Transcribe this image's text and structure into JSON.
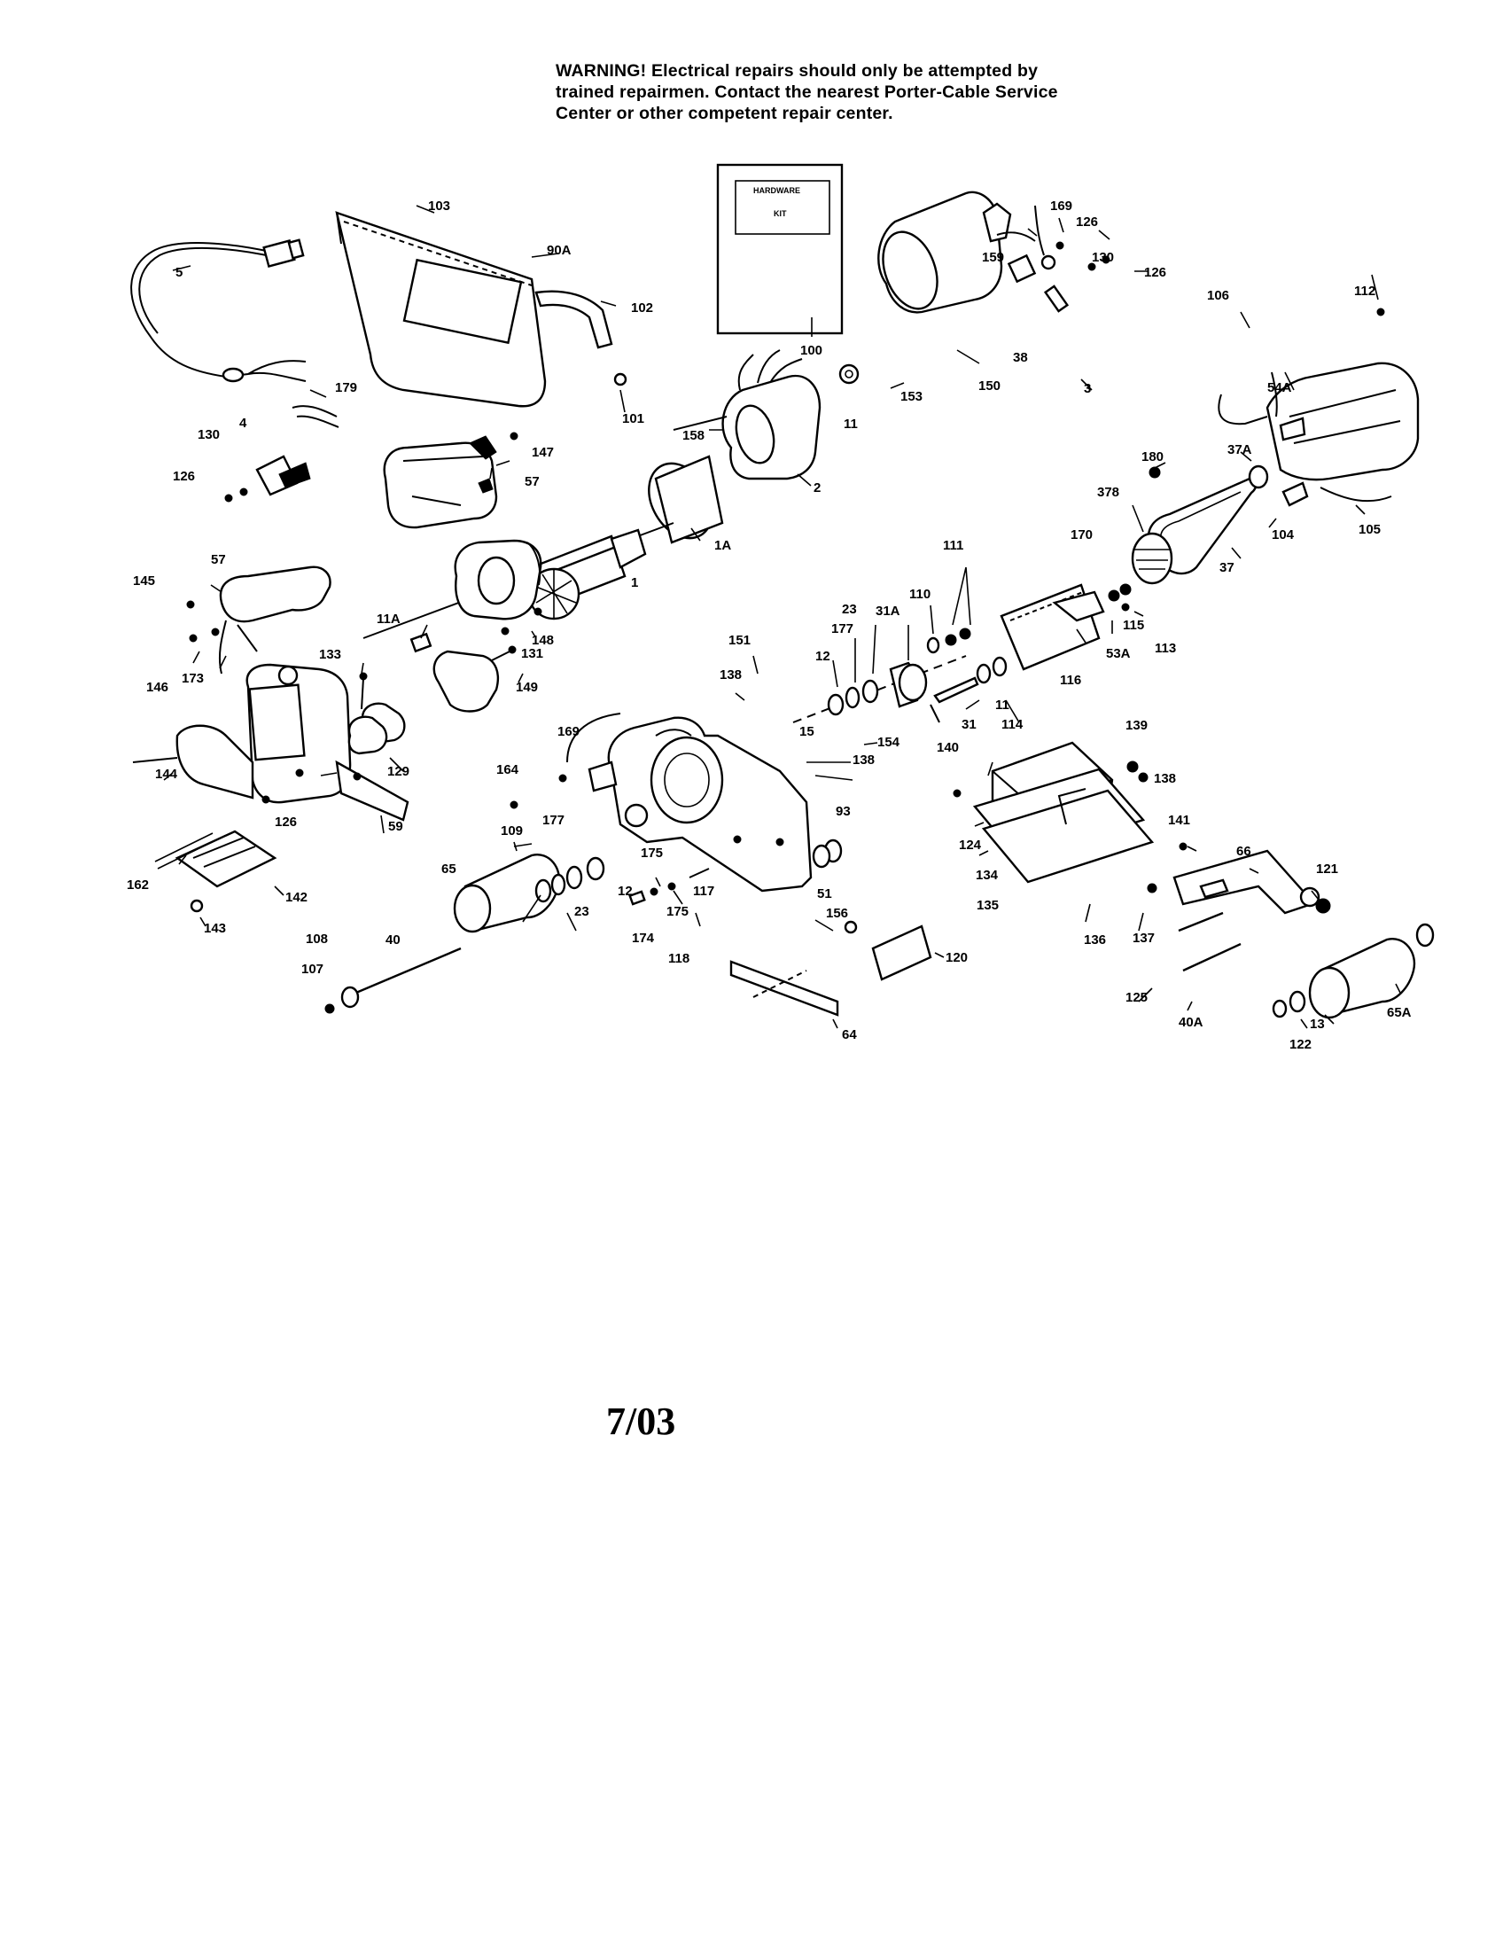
{
  "warning": {
    "line1": "WARNING! Electrical repairs should only be attempted by",
    "line2": "trained repairmen. Contact the nearest Porter-Cable Service",
    "line3": "Center or other competent repair center."
  },
  "hardware_kit": {
    "line1": "HARDWARE",
    "line2": "KIT"
  },
  "date_code": "7/03",
  "part_labels": [
    "103",
    "90A",
    "5",
    "102",
    "101",
    "100",
    "169",
    "126",
    "159",
    "130",
    "126",
    "150",
    "38",
    "153",
    "3",
    "11",
    "112",
    "106",
    "54A",
    "179",
    "147",
    "4",
    "130",
    "126",
    "57",
    "158",
    "2",
    "1A",
    "180",
    "37A",
    "378",
    "104",
    "105",
    "37",
    "57",
    "1",
    "111",
    "170",
    "110",
    "145",
    "11A",
    "148",
    "23",
    "177",
    "31A",
    "53A",
    "115",
    "113",
    "146",
    "173",
    "149",
    "133",
    "131",
    "116",
    "151",
    "138",
    "12",
    "11",
    "114",
    "31",
    "15",
    "154",
    "138",
    "139",
    "140",
    "138",
    "169",
    "164",
    "93",
    "129",
    "144",
    "126",
    "59",
    "177",
    "109",
    "65",
    "175",
    "117",
    "175",
    "12",
    "174",
    "118",
    "51",
    "141",
    "66",
    "121",
    "124",
    "134",
    "135",
    "136",
    "137",
    "162",
    "142",
    "143",
    "108",
    "107",
    "40",
    "23",
    "156",
    "120",
    "64",
    "125",
    "40A",
    "13",
    "122",
    "65A"
  ]
}
